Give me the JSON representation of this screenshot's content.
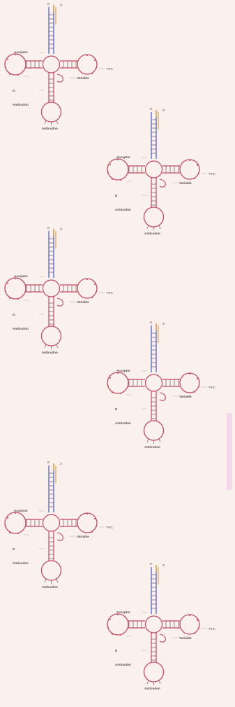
{
  "diagram": {
    "copies": 6,
    "labels": {
      "five_prime": "5'",
      "three_prime": "3'",
      "acceptor": "Acceptor",
      "d_arm": "D",
      "t_arm": "TΨC",
      "variable": "Variable",
      "anticodon": "Anticodon",
      "anticodon_loop": "Anticodon"
    },
    "colors": {
      "background": "#fbf1ec",
      "backbone": "#c44a62",
      "acceptor_stem": "#5b6fd0",
      "tail": "#d8913a",
      "rungs": "#7a6a72",
      "scrollbar": "#f4d6ea"
    }
  }
}
